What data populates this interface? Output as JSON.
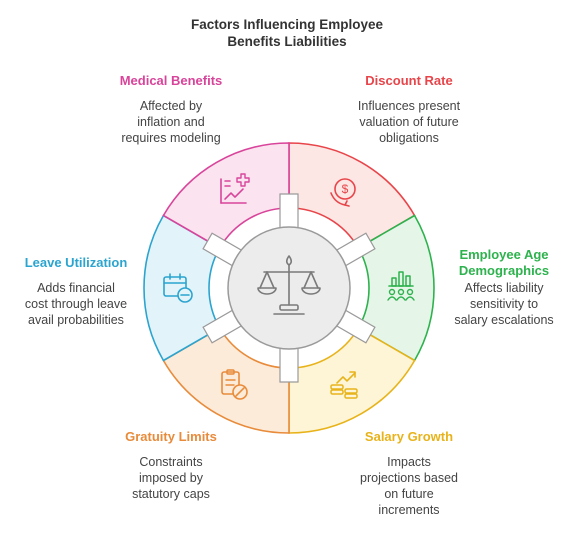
{
  "title_lines": [
    "Factors Influencing Employee",
    "Benefits Liabilities"
  ],
  "colors": {
    "medical": "#d9449b",
    "discount": "#e8454a",
    "demographics": "#2db24d",
    "salary": "#e8b31a",
    "gratuity": "#e88b3a",
    "leave": "#2ba4cf"
  },
  "factors": [
    {
      "key": "discount",
      "icon": "dollar-down-icon",
      "title_lines": [
        "Discount Rate"
      ],
      "desc_lines": [
        "Influences present",
        "valuation of future",
        "obligations"
      ]
    },
    {
      "key": "demographics",
      "icon": "bar-chart-people-icon",
      "title_lines": [
        "Employee Age",
        "Demographics"
      ],
      "desc_lines": [
        "Affects liability",
        "sensitivity to",
        "salary escalations"
      ]
    },
    {
      "key": "salary",
      "icon": "money-growth-icon",
      "title_lines": [
        "Salary Growth"
      ],
      "desc_lines": [
        "Impacts",
        "projections based",
        "on future",
        "increments"
      ]
    },
    {
      "key": "gratuity",
      "icon": "clipboard-block-icon",
      "title_lines": [
        "Gratuity Limits"
      ],
      "desc_lines": [
        "Constraints",
        "imposed by",
        "statutory caps"
      ]
    },
    {
      "key": "leave",
      "icon": "calendar-minus-icon",
      "title_lines": [
        "Leave Utilization"
      ],
      "desc_lines": [
        "Adds financial",
        "cost through leave",
        "avail probabilities"
      ]
    },
    {
      "key": "medical",
      "icon": "medical-chart-icon",
      "title_lines": [
        "Medical Benefits"
      ],
      "desc_lines": [
        "Affected by",
        "inflation and",
        "requires modeling"
      ]
    }
  ],
  "center_icon": "scale-icon"
}
